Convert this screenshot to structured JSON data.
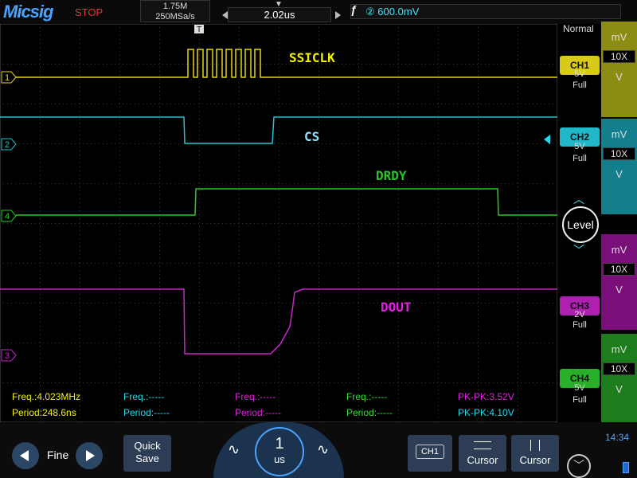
{
  "header": {
    "logo": "Micsig",
    "status": "STOP",
    "record_length": "1.75M",
    "sample_rate": "250MSa/s",
    "time_offset": "2.02us",
    "trigger_source": "②",
    "trigger_level": "600.0mV",
    "trigger_marker": "T"
  },
  "channels": [
    {
      "id": "CH1",
      "label": "CH1",
      "scale": "5V",
      "bw": "Full",
      "color": "#d8c91a",
      "marker": "1",
      "signal_label": "SSICLK"
    },
    {
      "id": "CH2",
      "label": "CH2",
      "scale": "5V",
      "bw": "Full",
      "color": "#20b8c8",
      "marker": "2",
      "signal_label": "CS"
    },
    {
      "id": "CH3",
      "label": "CH3",
      "scale": "2V",
      "bw": "Full",
      "color": "#b020b0",
      "marker": "3",
      "signal_label": "DOUT"
    },
    {
      "id": "CH4",
      "label": "CH4",
      "scale": "5V",
      "bw": "Full",
      "color": "#28b028",
      "marker": "4",
      "signal_label": "DRDY"
    }
  ],
  "side_panel": {
    "mode": "Normal",
    "unit_mv": "mV",
    "probe": "10X",
    "unit_v": "V",
    "level_button": "Level"
  },
  "measurements": [
    {
      "label": "Freq.:4.023MHz",
      "color": "#f2f200"
    },
    {
      "label": "Period:248.6ns",
      "color": "#f2f200"
    },
    {
      "label": "Freq.:-----",
      "color": "#20d8e8"
    },
    {
      "label": "Period:-----",
      "color": "#20d8e8"
    },
    {
      "label": "Freq.:-----",
      "color": "#e020e0"
    },
    {
      "label": "Period:-----",
      "color": "#e020e0"
    },
    {
      "label": "Freq.:-----",
      "color": "#30e030"
    },
    {
      "label": "Period:-----",
      "color": "#30e030"
    },
    {
      "label": "PK-PK:3.52V",
      "color": "#e020e0"
    },
    {
      "label": "PK-PK:4.10V",
      "color": "#20d8e8"
    }
  ],
  "bottom": {
    "fine_label": "Fine",
    "quick_save": "Quick",
    "quick_save_2": "Save",
    "timebase_value": "1",
    "timebase_unit": "us",
    "ch_button": "CH1",
    "cursor_1": "Cursor",
    "cursor_2": "Cursor",
    "clock": "14:34"
  }
}
